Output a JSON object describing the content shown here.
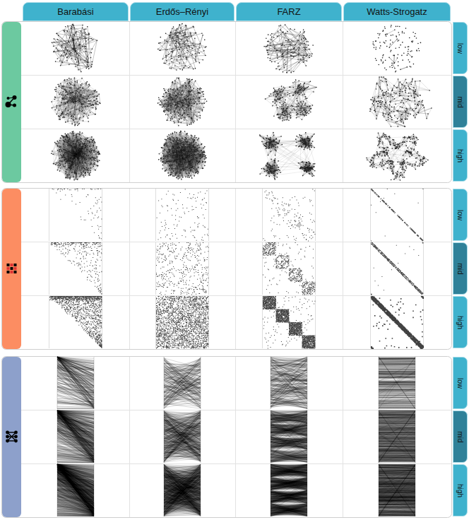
{
  "diagram": {
    "nodes": [
      {
        "text": [
          "Barabási"
        ]
      },
      {
        "text": [
          "Erdős–Rényi"
        ]
      },
      {
        "text": [
          "FARZ"
        ]
      },
      {
        "text": [
          "Watts-Strogatz"
        ]
      },
      {
        "text": [
          "low"
        ]
      },
      {
        "text": [
          "mid"
        ]
      },
      {
        "text": [
          "high"
        ]
      },
      {
        "text": [
          "low"
        ]
      },
      {
        "text": [
          "mid"
        ]
      },
      {
        "text": [
          "high"
        ]
      },
      {
        "text": [
          "low"
        ]
      },
      {
        "text": [
          "mid"
        ]
      },
      {
        "text": [
          "high"
        ]
      }
    ]
  }
}
